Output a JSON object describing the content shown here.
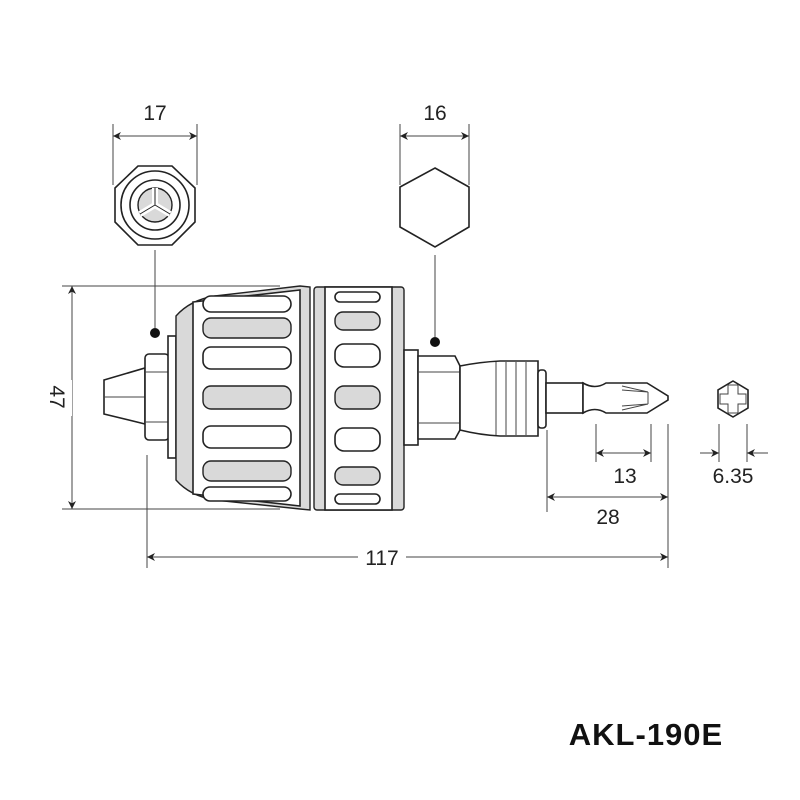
{
  "title": "AKL-190E",
  "dimensions": {
    "chuck_end_width": "17",
    "hex_width": "16",
    "body_diameter": "47",
    "bit_tip_length": "13",
    "bit_hex_size": "6.35",
    "bit_length": "28",
    "overall_length": "117"
  }
}
